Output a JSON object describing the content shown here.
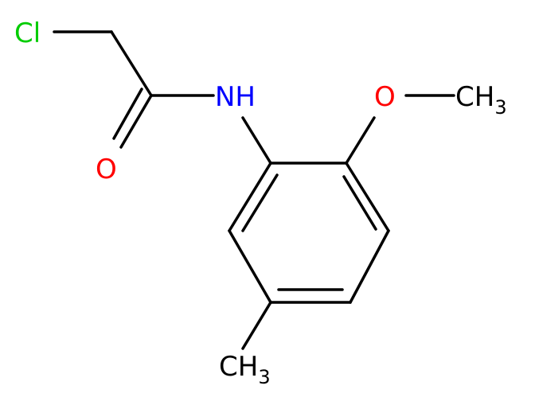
{
  "molecule": {
    "atoms": {
      "cl": {
        "label": "Cl",
        "color": "#00cc00"
      },
      "o_carbonyl": {
        "label": "O",
        "color": "#ff0000"
      },
      "nh": {
        "label": "NH",
        "color": "#0000ff"
      },
      "o_ether": {
        "label": "O",
        "color": "#ff0000"
      },
      "ch3_methoxy": {
        "label": "CH",
        "sub": "3",
        "color": "#000000"
      },
      "ch3_ring": {
        "label": "CH",
        "sub": "3",
        "color": "#000000"
      }
    },
    "bond_color": "#000000"
  }
}
